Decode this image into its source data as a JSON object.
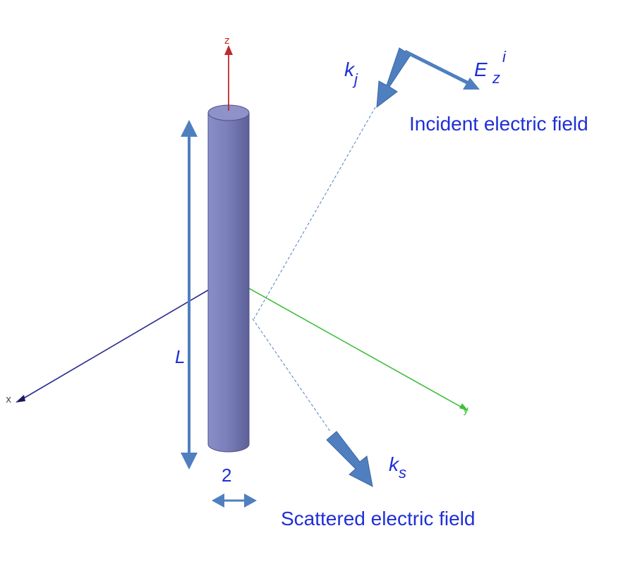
{
  "axes": {
    "z_label": "z",
    "x_label": "x",
    "y_label": "y"
  },
  "labels": {
    "length": "L",
    "diameter": "2",
    "k_incident_base": "k",
    "k_incident_sub": "j",
    "e_base": "E",
    "e_sub": "z",
    "e_sup": "i",
    "incident_caption": "Incident electric field",
    "k_scattered_base": "k",
    "k_scattered_sub": "s",
    "scattered_caption": "Scattered electric field"
  },
  "colors": {
    "arrow_blue": "#4f7fbf",
    "label_blue": "#1f2fd6",
    "cylinder_body": "#7a7fb8",
    "z_axis": "#c0282b",
    "x_axis": "#2b2b8f",
    "y_axis": "#3fbf3f"
  }
}
